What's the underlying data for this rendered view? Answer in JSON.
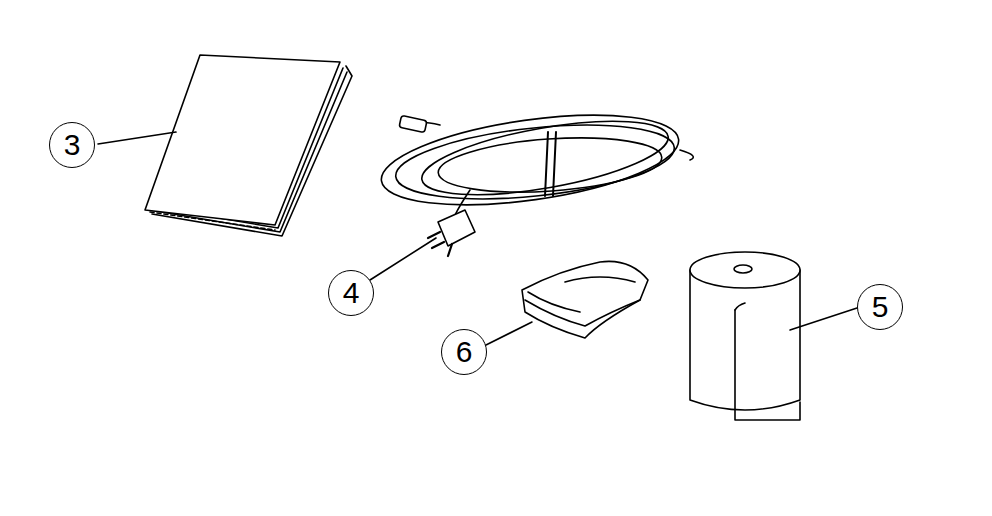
{
  "diagram": {
    "nodes": [
      {
        "text": [
          "3"
        ]
      },
      {
        "text": [
          "4"
        ]
      },
      {
        "text": [
          "6"
        ]
      },
      {
        "text": [
          "5"
        ]
      }
    ]
  }
}
